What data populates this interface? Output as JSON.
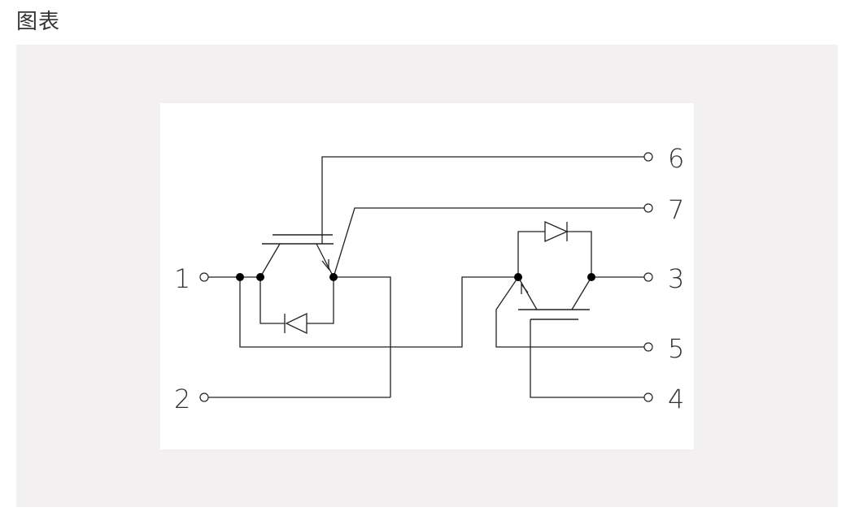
{
  "header": {
    "title": "图表"
  },
  "diagram": {
    "terminals": {
      "t1": "1",
      "t2": "2",
      "t3": "3",
      "t4": "4",
      "t5": "5",
      "t6": "6",
      "t7": "7"
    },
    "colors": {
      "panel": "#f2f0f1",
      "canvas": "#ffffff",
      "line": "#222222"
    }
  }
}
